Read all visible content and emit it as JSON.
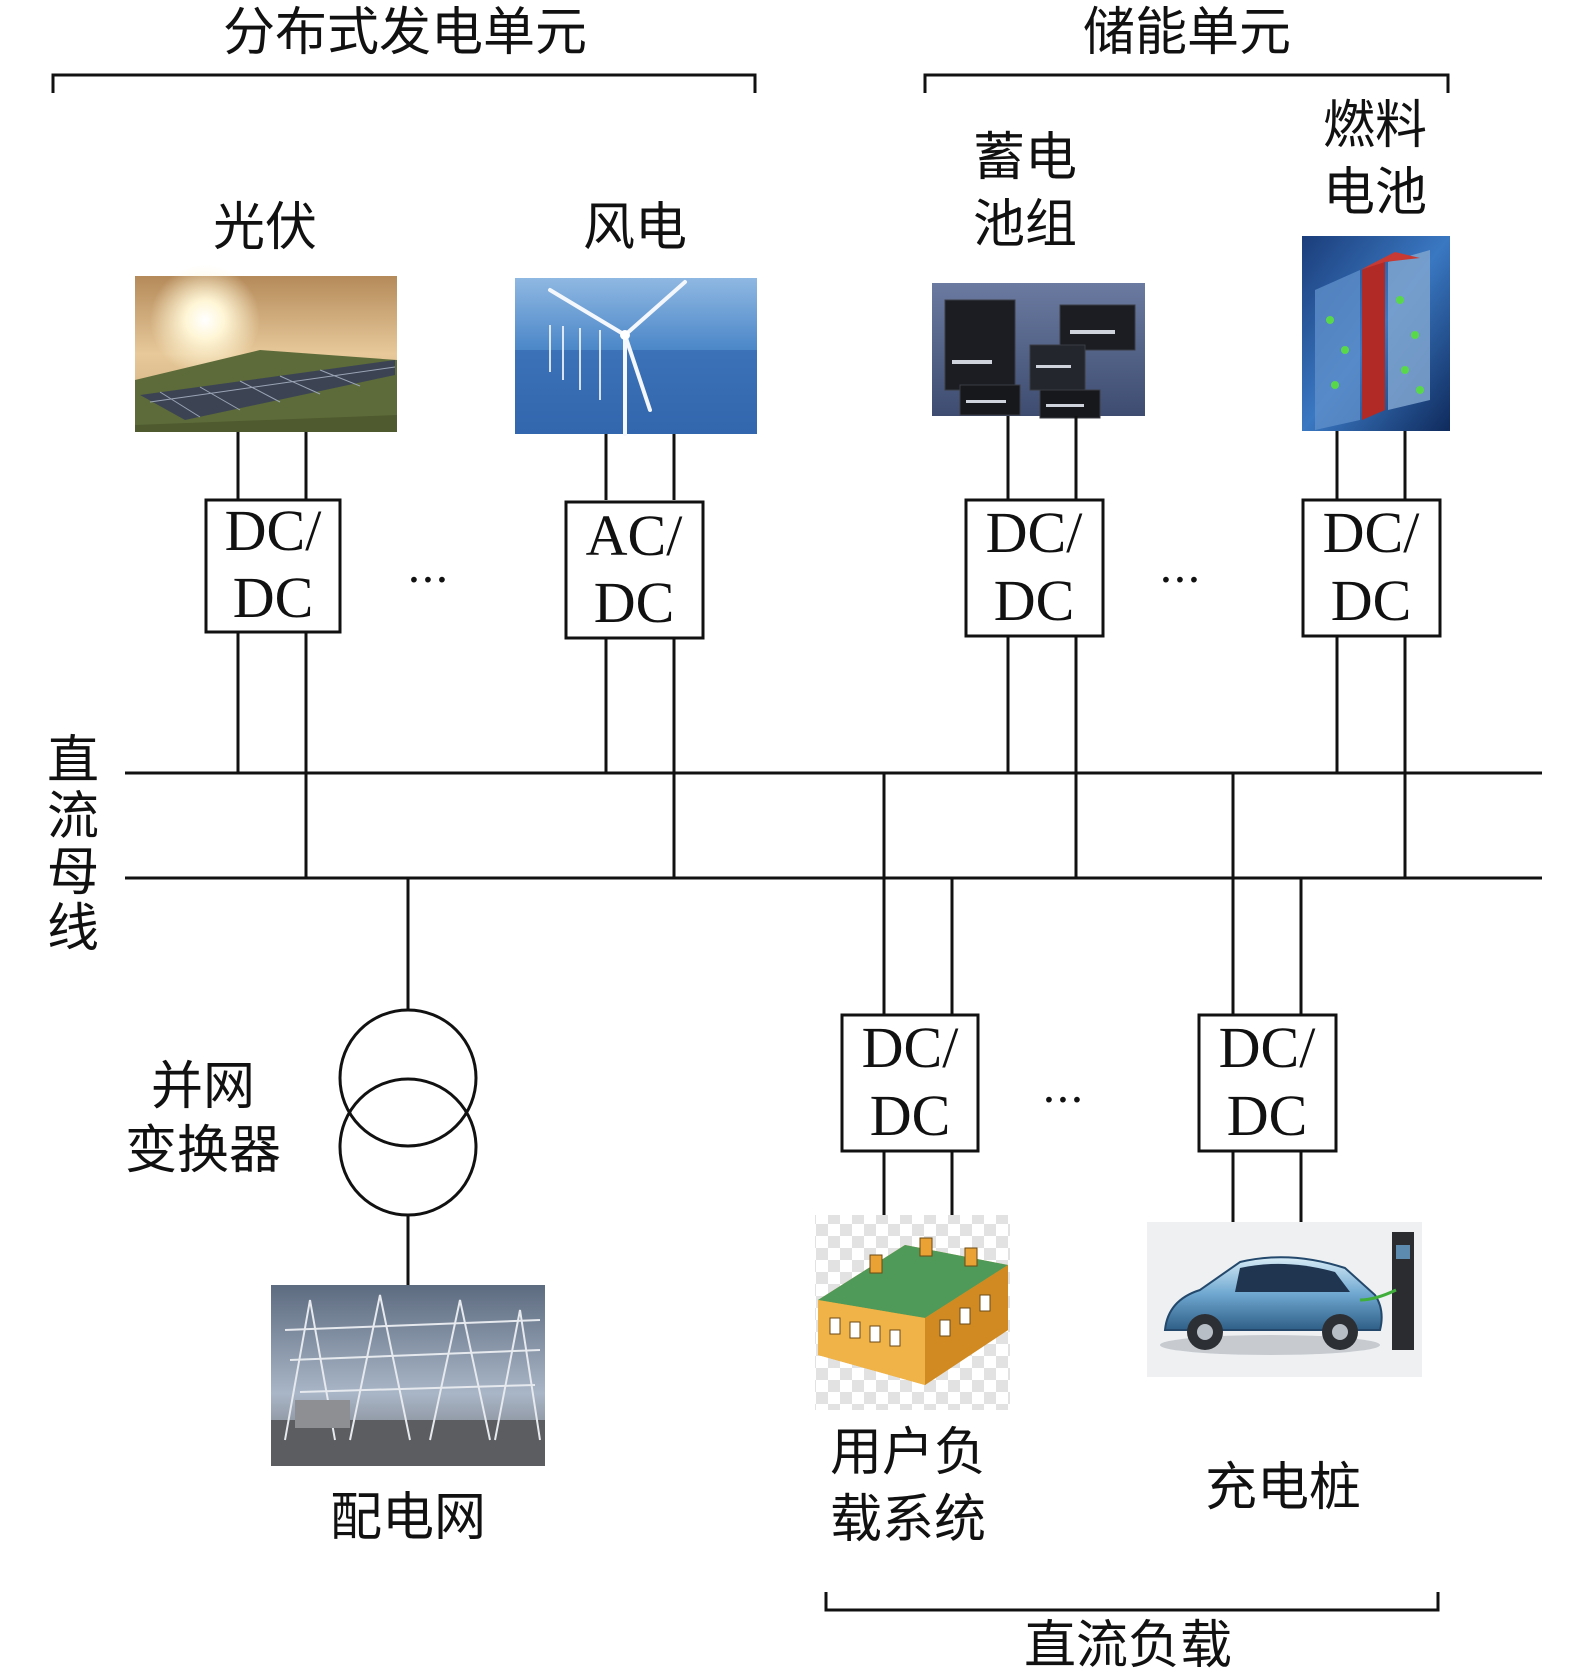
{
  "groups": {
    "distributed_generation": "分布式发电单元",
    "storage": "储能单元",
    "dc_load": "直流负载"
  },
  "units": {
    "pv": "光伏",
    "wind": "风电",
    "battery_line1": "蓄电",
    "battery_line2": "池组",
    "fuelcell_line1": "燃料",
    "fuelcell_line2": "电池"
  },
  "converters": {
    "dcdc_line1": "DC/",
    "dcdc_line2": "DC",
    "acdc_line1": "AC/",
    "acdc_line2": "DC"
  },
  "ellipsis": "···",
  "bus": {
    "label_chars": [
      "直",
      "流",
      "母",
      "线"
    ]
  },
  "grid": {
    "transformer_line1": "并网",
    "transformer_line2": "变换器",
    "grid_label": "配电网"
  },
  "loads": {
    "user_line1": "用户负",
    "user_line2": "载系统",
    "charging": "充电桩"
  }
}
